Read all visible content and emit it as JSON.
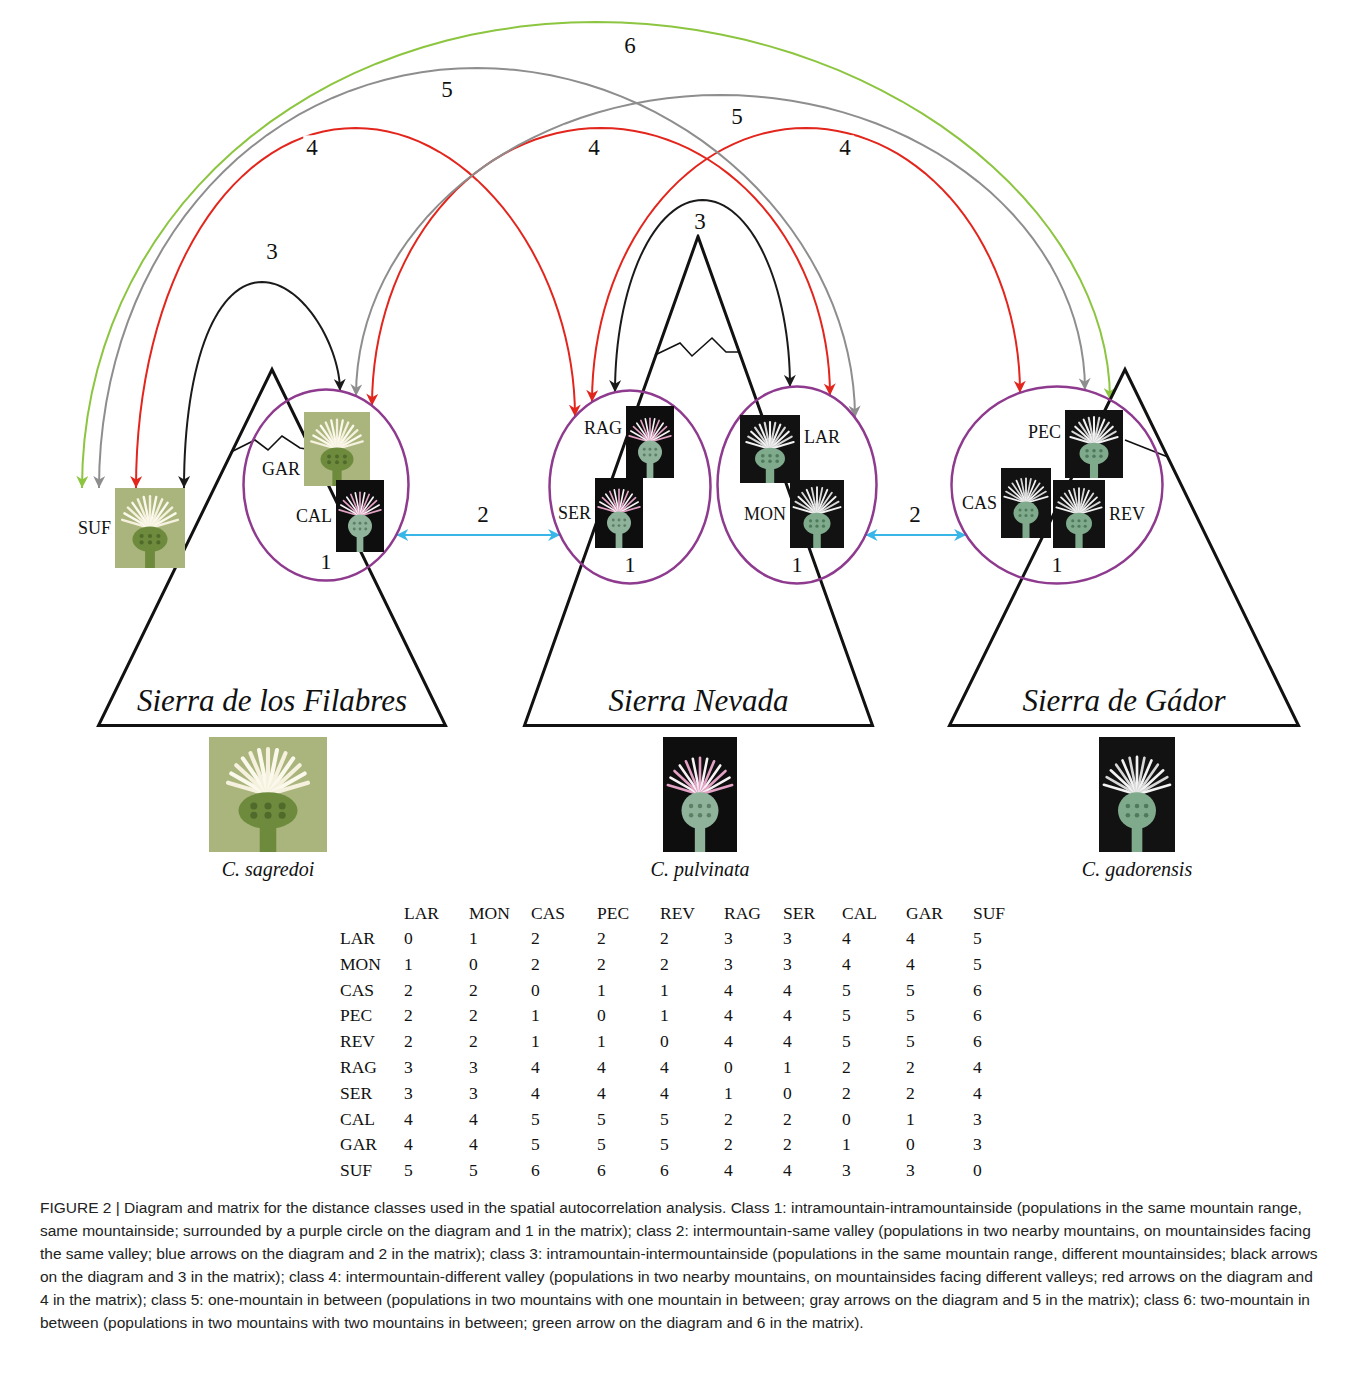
{
  "diagram": {
    "caption": "FIGURE 2 | Diagram and matrix for the distance classes used in the spatial autocorrelation analysis. Class 1: intramountain-intramountainside (populations in the same mountain range, same mountainside; surrounded by a purple circle on the diagram and 1 in the matrix); class 2: intermountain-same valley (populations in two nearby mountains, on mountainsides facing the same valley; blue arrows on the diagram and 2 in the matrix); class 3: intramountain-intermountainside (populations in the same mountain range, different mountainsides; black arrows on the diagram and 3 in the matrix); class 4: intermountain-different valley (populations in two nearby mountains, on mountainsides facing different valleys; red arrows on the diagram and 4 in the matrix); class 5: one-mountain in between (populations in two mountains with one mountain in between; gray arrows on the diagram and 5 in the matrix); class 6: two-mountain in between (populations in two mountains with two mountains in between; green arrow on the diagram and 6 in the matrix).",
    "nodes": [
      {
        "text": [
          "Sierra de los Filabres"
        ]
      },
      {
        "text": [
          "SUF"
        ]
      },
      {
        "text": [
          "1"
        ],
        "in": 0
      },
      {
        "text": [
          "GAR"
        ],
        "in": 2
      },
      {
        "text": [
          "CAL"
        ],
        "in": 2
      },
      {
        "text": [
          "Sierra Nevada"
        ]
      },
      {
        "text": [
          "1"
        ],
        "in": 5
      },
      {
        "text": [
          "RAG"
        ],
        "in": 6
      },
      {
        "text": [
          "SER"
        ],
        "in": 6
      },
      {
        "text": [
          "1"
        ],
        "in": 5
      },
      {
        "text": [
          "LAR"
        ],
        "in": 9
      },
      {
        "text": [
          "MON"
        ],
        "in": 9
      },
      {
        "text": [
          "Sierra de Gádor"
        ]
      },
      {
        "text": [
          "1"
        ],
        "in": 12
      },
      {
        "text": [
          "PEC"
        ],
        "in": 13
      },
      {
        "text": [
          "CAS"
        ],
        "in": 13
      },
      {
        "text": [
          "REV"
        ],
        "in": 13
      }
    ],
    "edges": [
      {
        "from": 1,
        "to": 2,
        "arrow": "both",
        "label": "3"
      },
      {
        "from": 2,
        "to": 6,
        "arrow": "both",
        "label": "2"
      },
      {
        "from": 6,
        "to": 9,
        "arrow": "both",
        "label": "3"
      },
      {
        "from": 9,
        "to": 13,
        "arrow": "both",
        "label": "2"
      },
      {
        "from": 1,
        "to": 6,
        "arrow": "both",
        "label": "4"
      },
      {
        "from": 2,
        "to": 9,
        "arrow": "both",
        "label": "4"
      },
      {
        "from": 6,
        "to": 13,
        "arrow": "both",
        "label": "4"
      },
      {
        "from": 1,
        "to": 9,
        "arrow": "both",
        "label": "5"
      },
      {
        "from": 2,
        "to": 13,
        "arrow": "both",
        "label": "5"
      },
      {
        "from": 1,
        "to": 13,
        "arrow": "both",
        "label": "6"
      }
    ],
    "labels": [
      "C. sagredoi",
      "C. pulvinata",
      "C. gadorensis",
      "LAR",
      "MON",
      "CAS",
      "PEC",
      "REV",
      "RAG",
      "SER",
      "CAL",
      "GAR",
      "SUF",
      "LAR",
      "0",
      "1",
      "2",
      "2",
      "2",
      "3",
      "3",
      "4",
      "4",
      "5",
      "MON",
      "1",
      "0",
      "2",
      "2",
      "2",
      "3",
      "3",
      "4",
      "4",
      "5",
      "CAS",
      "2",
      "2",
      "0",
      "1",
      "1",
      "4",
      "4",
      "5",
      "5",
      "6",
      "PEC",
      "2",
      "2",
      "1",
      "0",
      "1",
      "4",
      "4",
      "5",
      "5",
      "6",
      "REV",
      "2",
      "2",
      "1",
      "1",
      "0",
      "4",
      "4",
      "5",
      "5",
      "6",
      "RAG",
      "3",
      "3",
      "4",
      "4",
      "4",
      "0",
      "1",
      "2",
      "2",
      "4",
      "SER",
      "3",
      "3",
      "4",
      "4",
      "4",
      "1",
      "0",
      "2",
      "2",
      "4",
      "CAL",
      "4",
      "4",
      "5",
      "5",
      "5",
      "2",
      "2",
      "0",
      "1",
      "3",
      "GAR",
      "4",
      "4",
      "5",
      "5",
      "5",
      "2",
      "2",
      "1",
      "0",
      "3",
      "SUF",
      "5",
      "5",
      "6",
      "6",
      "6",
      "4",
      "4",
      "3",
      "3",
      "0"
    ]
  }
}
